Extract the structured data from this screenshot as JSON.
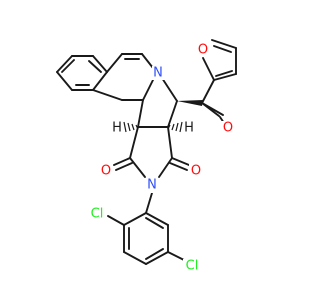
{
  "atoms": {
    "n_ring": "N",
    "n_imide": "N",
    "o_furan": "O",
    "o_ketone": "O",
    "o_imide_left": "O",
    "o_imide_right": "O",
    "cl_ortho": "Cl",
    "cl_meta": "Cl",
    "h_left": "H",
    "h_right": "H"
  },
  "colors": {
    "bond": "#1a1a1a",
    "nitrogen": "#3050f8",
    "oxygen": "#ff0d0d",
    "chlorine": "#1ff01f",
    "hydrogen": "#1a1a1a"
  }
}
